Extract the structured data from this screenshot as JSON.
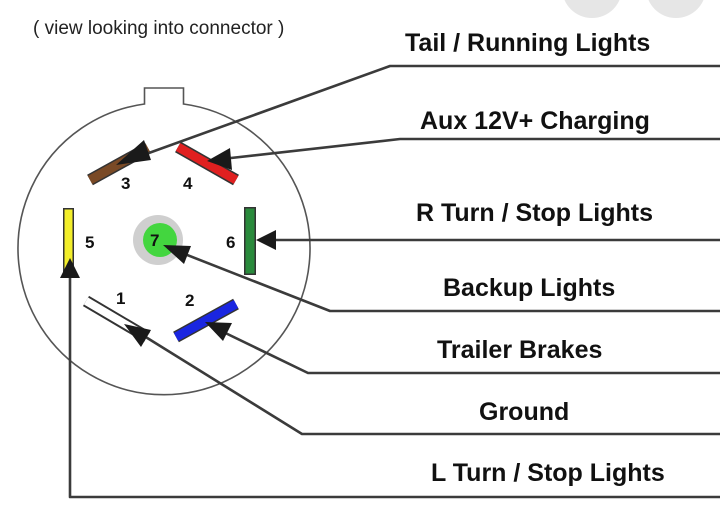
{
  "caption": "( view looking into connector )",
  "colors": {
    "brown": "#7a4a26",
    "red": "#e02020",
    "yellow": "#f2ee2a",
    "green": "#2a8a3c",
    "light_green": "#43d63f",
    "white": "#ffffff",
    "blue": "#1a26e0"
  },
  "pins": [
    {
      "number": "3",
      "color": "brown",
      "label": "Tail / Running Lights"
    },
    {
      "number": "4",
      "color": "red",
      "label": "Aux 12V+ Charging"
    },
    {
      "number": "6",
      "color": "green",
      "label": "R Turn / Stop Lights"
    },
    {
      "number": "7",
      "color": "light_green",
      "label": "Backup Lights"
    },
    {
      "number": "2",
      "color": "blue",
      "label": "Trailer Brakes"
    },
    {
      "number": "1",
      "color": "white",
      "label": "Ground"
    },
    {
      "number": "5",
      "color": "yellow",
      "label": "L Turn / Stop Lights"
    }
  ]
}
